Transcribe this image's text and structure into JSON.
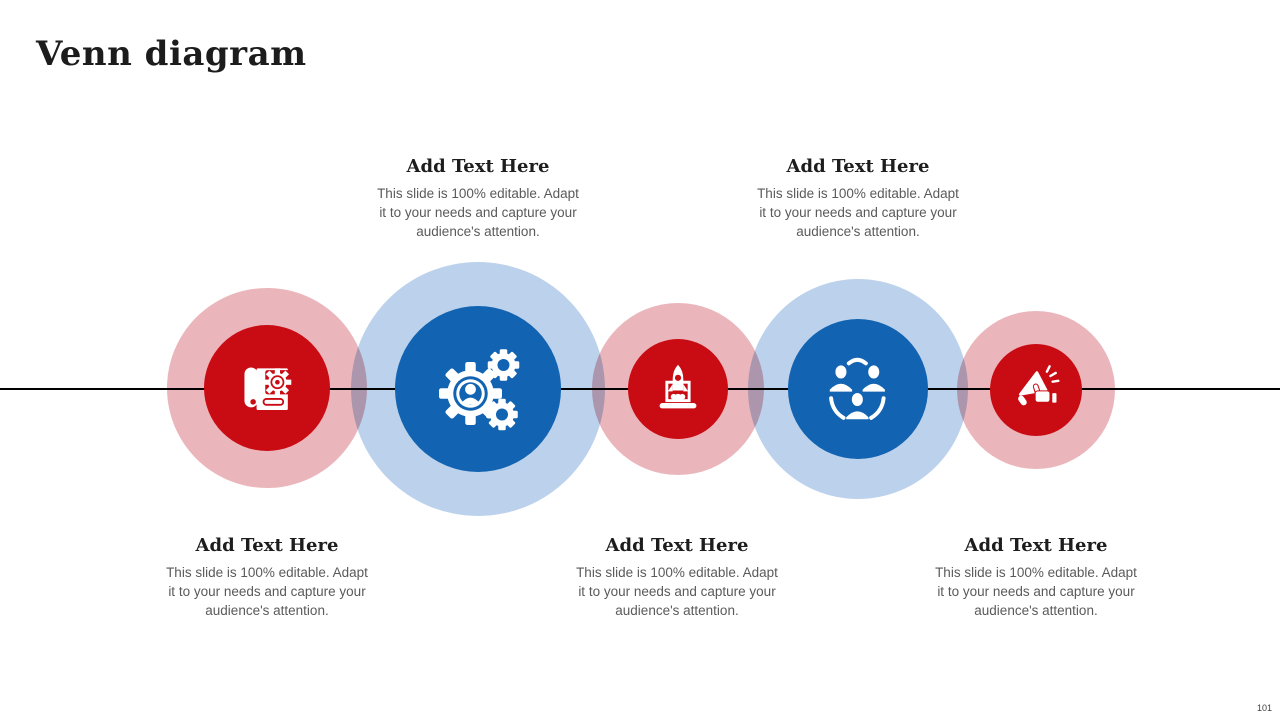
{
  "slide": {
    "title": "Venn diagram",
    "page_number": "101"
  },
  "colors": {
    "red_outer": "#eab6bb",
    "red_inner": "#c90c13",
    "blue_outer": "#bcd2ec",
    "blue_inner": "#1263b1",
    "axis_line": "#000000",
    "heading_text": "#1d1d1d",
    "body_text": "#5a5a5a"
  },
  "text_blocks": {
    "top": [
      {
        "heading": "Add Text Here",
        "body": "This slide is 100% editable. Adapt\nit to your needs and capture your\naudience's attention."
      },
      {
        "heading": "Add Text Here",
        "body": "This slide is 100% editable. Adapt\nit to your needs and capture your\naudience's attention."
      }
    ],
    "bottom": [
      {
        "heading": "Add Text Here",
        "body": "This slide is 100% editable. Adapt\nit to your needs and capture your\naudience's attention."
      },
      {
        "heading": "Add Text Here",
        "body": "This slide is 100% editable. Adapt\nit to your needs and capture your\naudience's attention."
      },
      {
        "heading": "Add Text Here",
        "body": "This slide is 100% editable. Adapt\nit to your needs and capture your\naudience's attention."
      }
    ]
  },
  "venn": {
    "circles": [
      {
        "scheme": "red",
        "icon": "blueprint-gear-icon"
      },
      {
        "scheme": "blue",
        "icon": "gears-person-icon"
      },
      {
        "scheme": "red",
        "icon": "rocket-laptop-icon"
      },
      {
        "scheme": "blue",
        "icon": "team-network-icon"
      },
      {
        "scheme": "red",
        "icon": "megaphone-thumbs-up-icon"
      }
    ]
  }
}
